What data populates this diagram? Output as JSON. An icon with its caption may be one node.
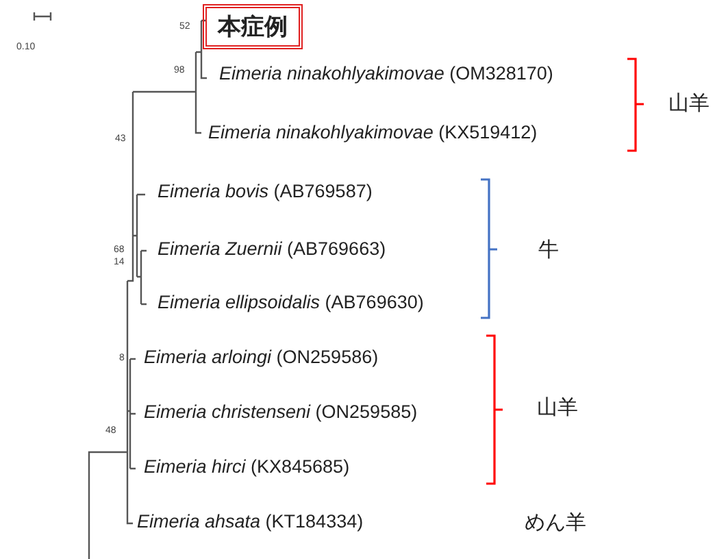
{
  "diagram": {
    "nodes": [
      {
        "text": [
          "本症例"
        ]
      }
    ],
    "labels": [
      "0.10",
      "52",
      "98",
      "*Eimeria ninakohlyakimovae* (OM328170)",
      "山羊",
      "43",
      "*Eimeria ninakohlyakimovae* (KX519412)",
      "*Eimeria bovis* (AB769587)",
      "68",
      "14",
      "*Eimeria Zuernii* (AB769663)",
      "牛",
      "*Eimeria ellipsoidalis* (AB769630)",
      "8",
      "*Eimeria arloingi* (ON259586)",
      "*Eimeria christenseni* (ON259585)",
      "山羊",
      "48",
      "*Eimeria hirci* (KX845685)",
      "*Eimeria ahsata* (KT184334)",
      "めん羊"
    ]
  }
}
